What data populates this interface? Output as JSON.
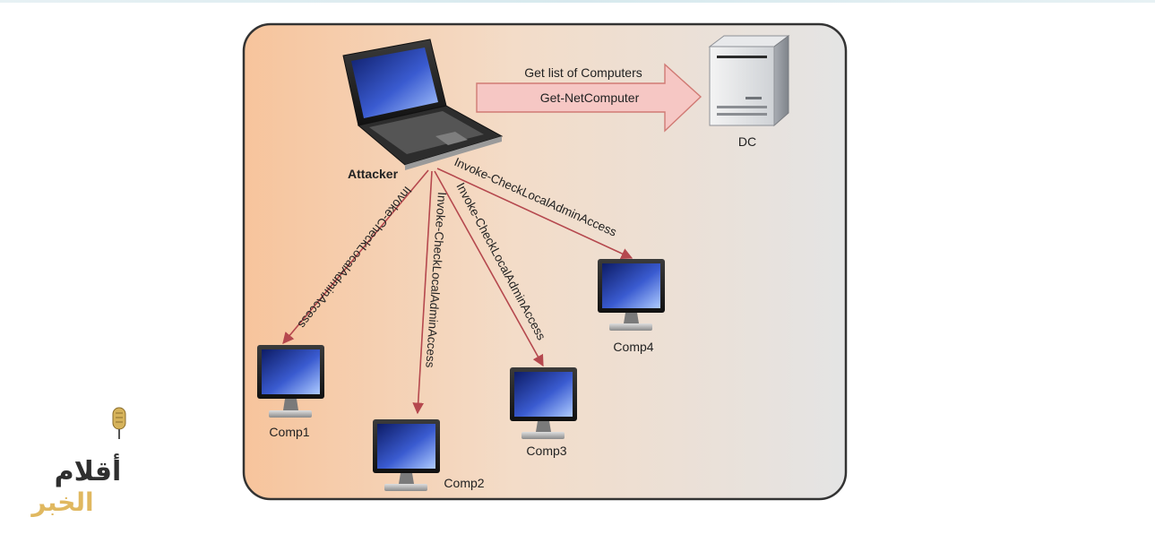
{
  "diagram": {
    "nodes": {
      "attacker": "Attacker",
      "dc": "DC",
      "comp1": "Comp1",
      "comp2": "Comp2",
      "comp3": "Comp3",
      "comp4": "Comp4"
    },
    "dc_arrow": {
      "top_label": "Get list of Computers",
      "inner_label": "Get-NetComputer"
    },
    "edge_label": "Invoke-CheckLocalAdminAccess",
    "colors": {
      "panel_left": "#f7c49c",
      "panel_right": "#e4e4e4",
      "panel_border": "#333333",
      "edge": "#b5484e",
      "dc_arrow_fill": "#f6c7c4",
      "dc_arrow_stroke": "#d07a74"
    }
  },
  "watermark": {
    "line1": "أقلام",
    "line2": "الخبر",
    "icon": "microphone-icon"
  }
}
